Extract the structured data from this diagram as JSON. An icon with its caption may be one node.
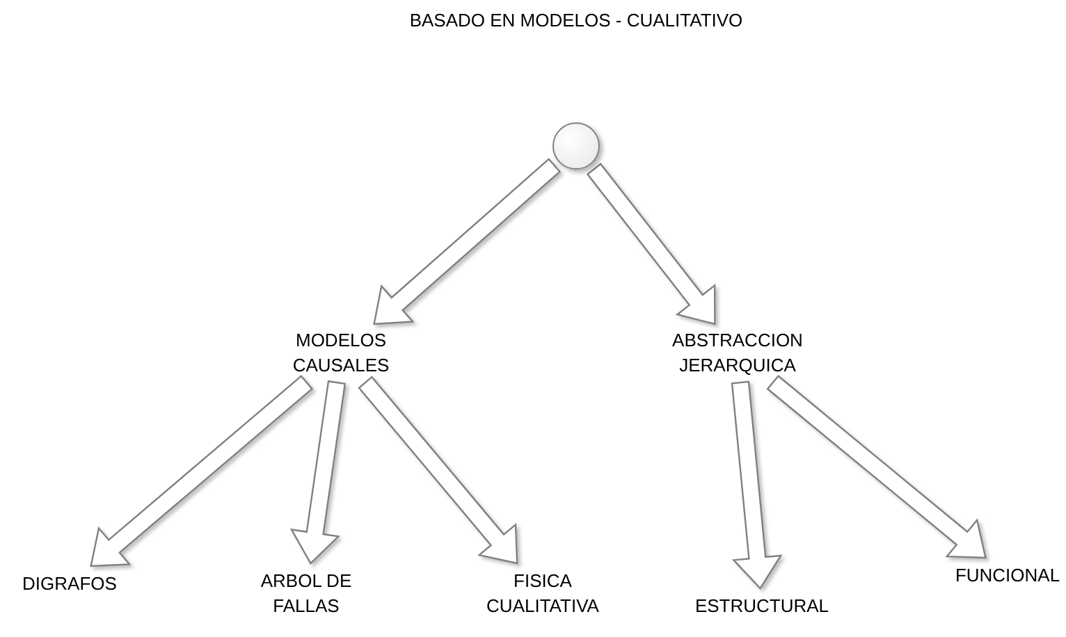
{
  "diagram": {
    "title": "BASADO EN MODELOS - CUALITATIVO",
    "nodes": [
      {
        "text": [],
        "shape": "circle"
      },
      {
        "text": [
          "MODELOS CAUSALES"
        ]
      },
      {
        "text": [
          "ABSTRACCION JERARQUICA"
        ]
      },
      {
        "text": [
          "DIGRAFOS"
        ]
      },
      {
        "text": [
          "ARBOL DE FALLAS"
        ]
      },
      {
        "text": [
          "FISICA CUALITATIVA"
        ]
      },
      {
        "text": [
          "ESTRUCTURAL"
        ]
      },
      {
        "text": [
          "FUNCIONAL"
        ]
      }
    ],
    "edges": [
      {
        "from": 0,
        "to": 1,
        "arrow": "to"
      },
      {
        "from": 0,
        "to": 2,
        "arrow": "to"
      },
      {
        "from": 1,
        "to": 3,
        "arrow": "to"
      },
      {
        "from": 1,
        "to": 4,
        "arrow": "to"
      },
      {
        "from": 1,
        "to": 5,
        "arrow": "to"
      },
      {
        "from": 2,
        "to": 6,
        "arrow": "to"
      },
      {
        "from": 2,
        "to": 7,
        "arrow": "to"
      }
    ]
  }
}
